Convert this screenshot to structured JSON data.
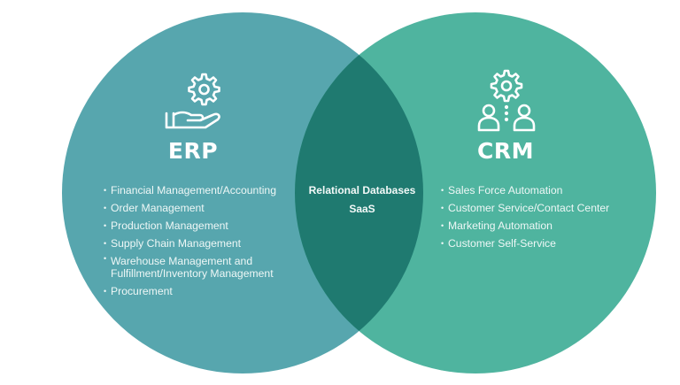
{
  "colors": {
    "erp_circle": "#57a6ae",
    "crm_circle": "#4fb49f",
    "overlap": "#1f7a70",
    "text": "#ffffff"
  },
  "erp": {
    "title": "ERP",
    "icon": "hand-gear-icon",
    "items": [
      "Financial Management/Accounting",
      "Order Management",
      "Production Management",
      "Supply Chain Management",
      "Warehouse Management and Fulfillment/Inventory Management",
      "Procurement"
    ]
  },
  "crm": {
    "title": "CRM",
    "icon": "people-gear-icon",
    "items": [
      "Sales Force Automation",
      "Customer Service/Contact Center",
      "Marketing Automation",
      "Customer Self-Service"
    ]
  },
  "overlap": {
    "items": [
      "Relational Databases",
      "SaaS"
    ]
  }
}
